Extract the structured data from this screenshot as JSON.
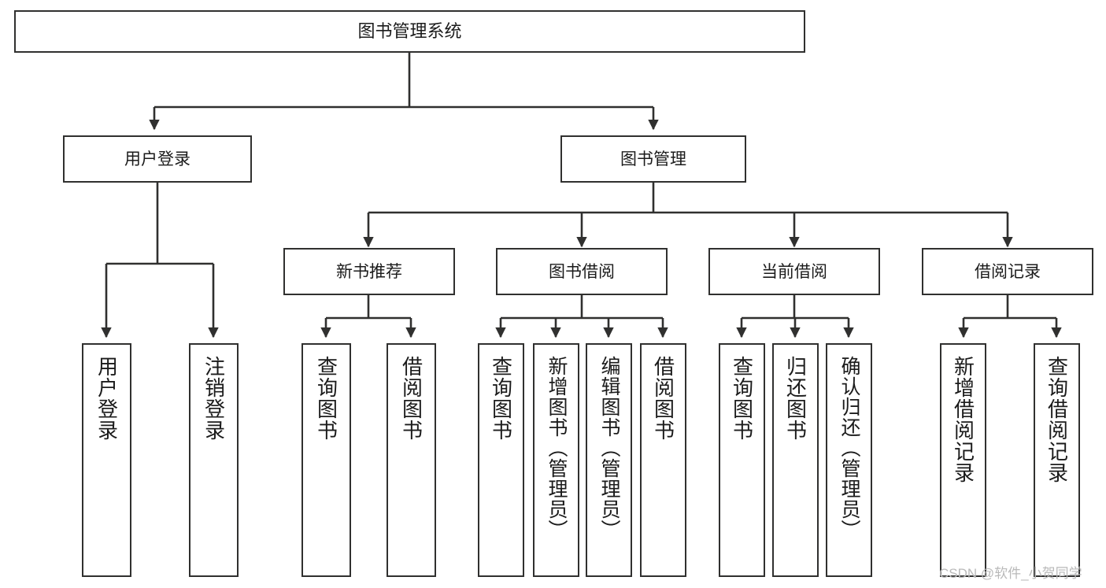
{
  "diagram": {
    "title": "图书管理系统",
    "type": "tree-hierarchy",
    "root": {
      "label": "图书管理系统"
    },
    "level2": [
      {
        "label": "用户登录"
      },
      {
        "label": "图书管理"
      }
    ],
    "level3": [
      {
        "label": "新书推荐"
      },
      {
        "label": "图书借阅"
      },
      {
        "label": "当前借阅"
      },
      {
        "label": "借阅记录"
      }
    ],
    "leaves": {
      "user_login": [
        {
          "label": "用户登录"
        },
        {
          "label": "注销登录"
        }
      ],
      "new_book_recommend": [
        {
          "label": "查询图书"
        },
        {
          "label": "借阅图书"
        }
      ],
      "book_borrow": [
        {
          "label": "查询图书"
        },
        {
          "label": "新增图书（管理员）"
        },
        {
          "label": "编辑图书（管理员）"
        },
        {
          "label": "借阅图书"
        }
      ],
      "current_borrow": [
        {
          "label": "查询图书"
        },
        {
          "label": "归还图书"
        },
        {
          "label": "确认归还（管理员）"
        }
      ],
      "borrow_record": [
        {
          "label": "新增借阅记录"
        },
        {
          "label": "查询借阅记录"
        }
      ]
    }
  },
  "watermark": {
    "text": "CSDN @软件_小贺同学"
  },
  "colors": {
    "background": "#ffffff",
    "box_border": "#30302f",
    "box_fill": "#ffffff",
    "text": "#1b1b1b",
    "edge": "#30302f",
    "watermark": "#b9b9b9"
  }
}
